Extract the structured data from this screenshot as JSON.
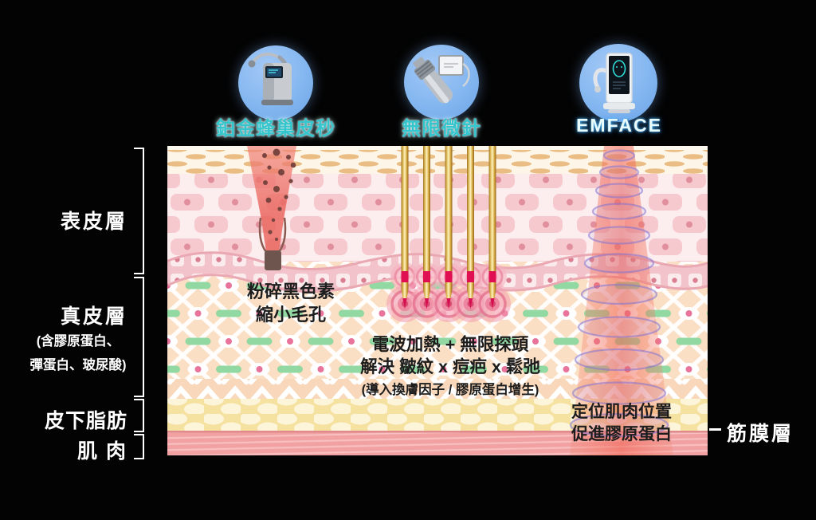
{
  "devices": [
    {
      "name": "pico-laser",
      "label": "鉑金蜂巢皮秒"
    },
    {
      "name": "microneedle",
      "label": "無限微針"
    },
    {
      "name": "emface",
      "label": "EMFACE"
    }
  ],
  "skin_layers": {
    "epidermis": {
      "label": "表皮層"
    },
    "dermis": {
      "label": "真皮層",
      "note_line1": "(含膠原蛋白、",
      "note_line2": "彈蛋白、玻尿酸)"
    },
    "subcutaneous_fat": {
      "label": "皮下脂肪"
    },
    "muscle": {
      "label": "肌 肉"
    },
    "fascia": {
      "label": "筋膜層"
    }
  },
  "annotations": {
    "pico": {
      "line1": "粉碎黑色素",
      "line2": "縮小毛孔"
    },
    "microneedle": {
      "line1": "電波加熱 + 無限探頭",
      "line2": "解決 皺紋 x 痘疤 x 鬆弛",
      "line3": "(導入換膚因子 / 膠原蛋白增生)"
    },
    "emface": {
      "line1": "定位肌肉位置",
      "line2": "促進膠原蛋白"
    }
  },
  "colors": {
    "background": "#000000",
    "badge_circle": "#84b7f0",
    "device_label_teal": "#35c5cc",
    "emface_label": "#e8fcff",
    "layer_label_text": "#ffffff",
    "annotation_text": "#1d1d1d",
    "epidermis_brick": "#f6c9ce",
    "corneum_oval": "#e9bd83",
    "dermis_background": "#fbdfc4",
    "dermis_green_dash": "#92d8a2",
    "fat_yellow": "#f5e2a0",
    "muscle_pink": "#f1a1a2",
    "laser_beam_red": "#ed7a70",
    "needle_gold": "#d9a93f",
    "needle_band_crimson": "#e00f52",
    "emface_cone_red": "#f0685a",
    "emface_ring_purple": "#7d6ecd"
  }
}
